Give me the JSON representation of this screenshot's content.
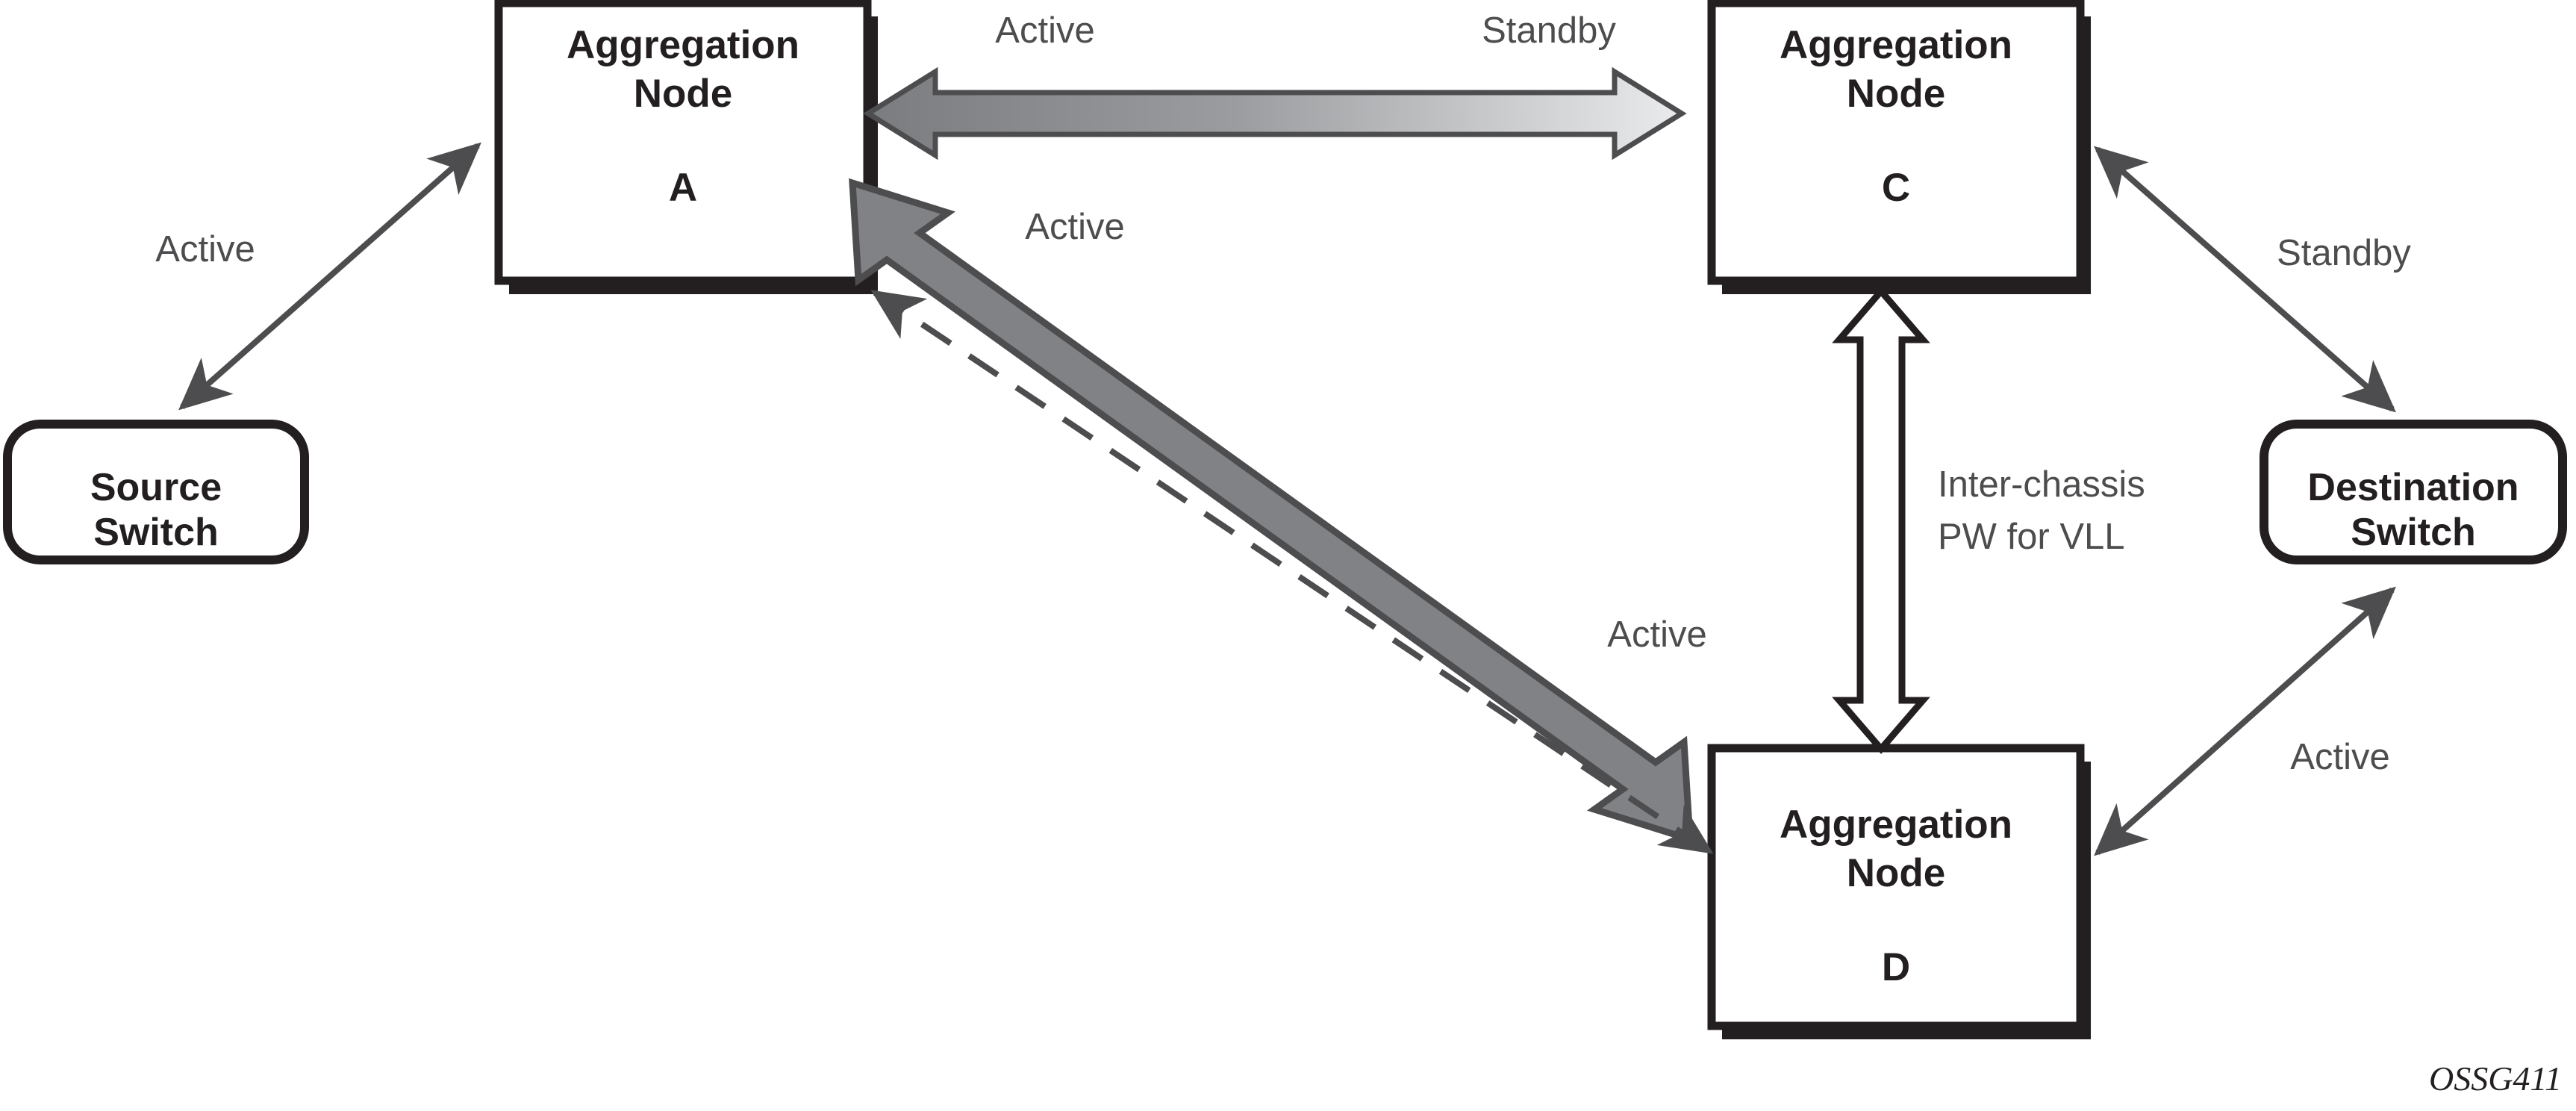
{
  "figure": {
    "id_label": "OSSG411",
    "background": "#ffffff"
  },
  "colors": {
    "node_stroke": "#231f20",
    "node_fill": "#ffffff",
    "shadow": "#231f20",
    "thin_arrow": "#4d4d4f",
    "thick_arrow_fill": "#808285",
    "thick_arrow_stroke": "#4d4d4f",
    "gradient_dark": "#808285",
    "gradient_light": "#e6e7e8",
    "hollow_arrow_fill": "#ffffff",
    "hollow_arrow_stroke": "#231f20",
    "label_text": "#4d4d4f",
    "node_text": "#231f20"
  },
  "nodes": [
    {
      "key": "source-switch",
      "shape": "rounded-rect",
      "lines": [
        "Source",
        "Switch"
      ]
    },
    {
      "key": "aggregation-node-a",
      "shape": "rect",
      "lines": [
        "Aggregation",
        "Node"
      ],
      "id_line": "A"
    },
    {
      "key": "aggregation-node-c",
      "shape": "rect",
      "lines": [
        "Aggregation",
        "Node"
      ],
      "id_line": "C"
    },
    {
      "key": "aggregation-node-d",
      "shape": "rect",
      "lines": [
        "Aggregation",
        "Node"
      ],
      "id_line": "D"
    },
    {
      "key": "destination-switch",
      "shape": "rounded-rect",
      "lines": [
        "Destination",
        "Switch"
      ]
    }
  ],
  "edges": [
    {
      "key": "source-to-a",
      "from": "source-switch",
      "to": "aggregation-node-a",
      "style": "thin-double-arrow",
      "label": "Active"
    },
    {
      "key": "a-to-c",
      "from": "aggregation-node-a",
      "to": "aggregation-node-c",
      "style": "gradient-double-arrow",
      "label_left": "Active",
      "label_right": "Standby"
    },
    {
      "key": "a-to-d-thick",
      "from": "aggregation-node-a",
      "to": "aggregation-node-d",
      "style": "thick-gray-double-arrow",
      "label_upper": "Active",
      "label_lower": "Active"
    },
    {
      "key": "a-to-d-dashed",
      "from": "aggregation-node-a",
      "to": "aggregation-node-d",
      "style": "dashed-double-arrow",
      "label": ""
    },
    {
      "key": "c-to-d",
      "from": "aggregation-node-c",
      "to": "aggregation-node-d",
      "style": "hollow-double-arrow",
      "label_lines": [
        "Inter-chassis",
        "PW for VLL"
      ]
    },
    {
      "key": "c-to-destination",
      "from": "aggregation-node-c",
      "to": "destination-switch",
      "style": "thin-double-arrow",
      "label": "Standby"
    },
    {
      "key": "d-to-destination",
      "from": "aggregation-node-d",
      "to": "destination-switch",
      "style": "thin-double-arrow",
      "label": "Active"
    }
  ],
  "labels": {
    "source_line1": "Source",
    "source_line2": "Switch",
    "dest_line1": "Destination",
    "dest_line2": "Switch",
    "agg_line1": "Aggregation",
    "agg_line2": "Node",
    "node_a_id": "A",
    "node_c_id": "C",
    "node_d_id": "D",
    "active_source_a": "Active",
    "active_ac_left": "Active",
    "standby_ac_right": "Standby",
    "active_ad_upper": "Active",
    "active_ad_lower": "Active",
    "interchassis_line1": "Inter-chassis",
    "interchassis_line2": "PW for VLL",
    "standby_c_dest": "Standby",
    "active_d_dest": "Active",
    "figure_id": "OSSG411"
  }
}
